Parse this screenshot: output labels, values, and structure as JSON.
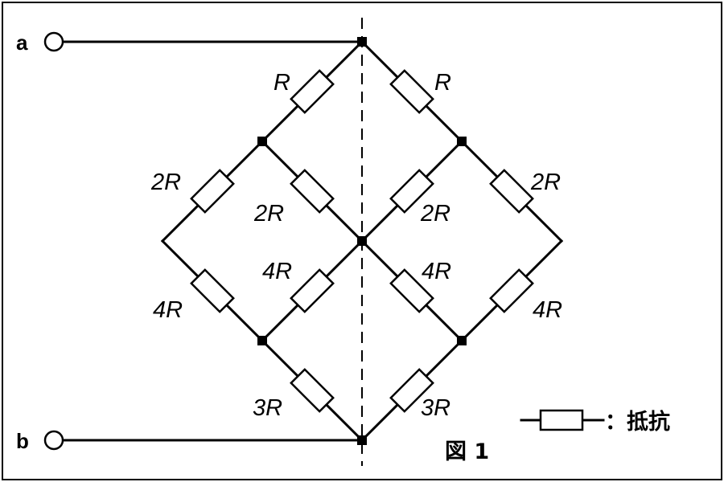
{
  "terminals": {
    "a": "a",
    "b": "b"
  },
  "resistors": {
    "r_top_left": "R",
    "r_top_right": "R",
    "r_ul_outer": "2R",
    "r_ul_inner": "2R",
    "r_ur_inner": "2R",
    "r_ur_outer": "2R",
    "r_ll_inner": "4R",
    "r_ll_outer": "4R",
    "r_lr_inner": "4R",
    "r_lr_outer": "4R",
    "r_bot_left": "3R",
    "r_bot_right": "3R"
  },
  "legend": {
    "label": "：抵抗"
  },
  "caption": "図 1"
}
